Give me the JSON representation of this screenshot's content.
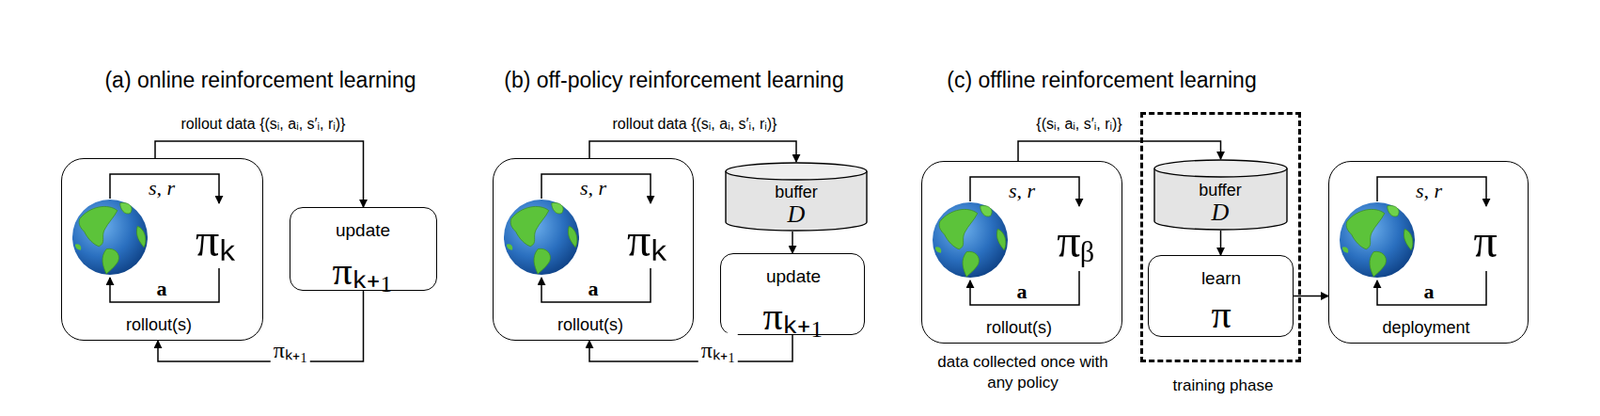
{
  "diagram": {
    "nodes": [
      {
        "text": [
          "s, r",
          "πₖ",
          "a",
          "rollout(s)"
        ]
      },
      {
        "text": [
          "update",
          "πₖ₊₁"
        ]
      },
      {
        "text": [
          "s, r",
          "πₖ",
          "a",
          "rollout(s)"
        ]
      },
      {
        "text": [
          "buffer",
          "D"
        ]
      },
      {
        "text": [
          "update",
          "πₖ₊₁"
        ]
      },
      {
        "text": [
          "s, r",
          "πᵦ",
          "a",
          "rollout(s)",
          "data collected once with any policy"
        ]
      },
      {
        "text": [
          "training phase"
        ]
      },
      {
        "text": [
          "buffer",
          "D"
        ],
        "in": 6
      },
      {
        "text": [
          "learn",
          "π"
        ],
        "in": 6
      },
      {
        "text": [
          "s, r",
          "π",
          "a",
          "deployment"
        ]
      }
    ],
    "edges": [
      {
        "from": 0,
        "to": 1,
        "arrow": "to",
        "label": "rollout data {(sᵢ, aᵢ, s′ᵢ, rᵢ)}"
      },
      {
        "from": 1,
        "to": 0,
        "arrow": "to",
        "label": "πₖ₊₁"
      },
      {
        "from": 2,
        "to": 3,
        "arrow": "to",
        "label": "rollout data {(sᵢ, aᵢ, s′ᵢ, rᵢ)}"
      },
      {
        "from": 3,
        "to": 4,
        "arrow": "to"
      },
      {
        "from": 4,
        "to": 2,
        "arrow": "to",
        "label": "πₖ₊₁"
      },
      {
        "from": 5,
        "to": 7,
        "arrow": "to",
        "label": "{(sᵢ, aᵢ, s′ᵢ, rᵢ)}"
      },
      {
        "from": 7,
        "to": 8,
        "arrow": "to"
      },
      {
        "from": 8,
        "to": 9,
        "arrow": "to"
      }
    ],
    "labels": [
      "(a) online reinforcement learning",
      "(b) off-policy reinforcement learning",
      "(c) offline reinforcement learning"
    ]
  }
}
